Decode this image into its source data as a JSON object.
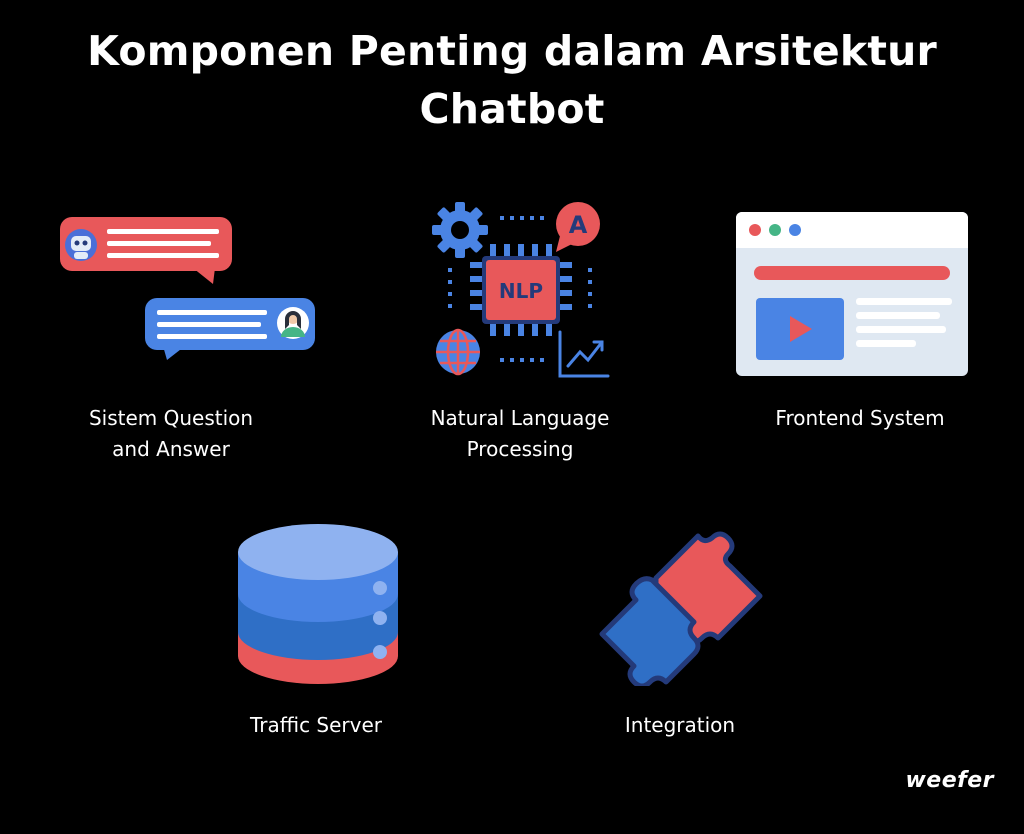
{
  "title": {
    "line1": "Komponen Penting dalam Arsitektur",
    "line2": "Chatbot"
  },
  "components": [
    {
      "id": "qa",
      "line1": "Sistem Question",
      "line2": "and Answer",
      "icon": "chat-bubbles-icon"
    },
    {
      "id": "nlp",
      "line1": "Natural Language",
      "line2": "Processing",
      "icon": "nlp-chip-icon",
      "chip_text": "NLP",
      "bubble_text": "A"
    },
    {
      "id": "frontend",
      "line1": "Frontend System",
      "icon": "browser-window-icon"
    },
    {
      "id": "traffic",
      "line1": "Traffic Server",
      "icon": "database-server-icon"
    },
    {
      "id": "integration",
      "line1": "Integration",
      "icon": "puzzle-pieces-icon"
    }
  ],
  "brand": {
    "logo_text": "weefer"
  },
  "colors": {
    "background": "#000000",
    "red": "#e8585a",
    "blue": "#4a84e4",
    "light_blue": "#8fb2f0",
    "navy": "#243a7a",
    "panel": "#dfe8f2"
  }
}
